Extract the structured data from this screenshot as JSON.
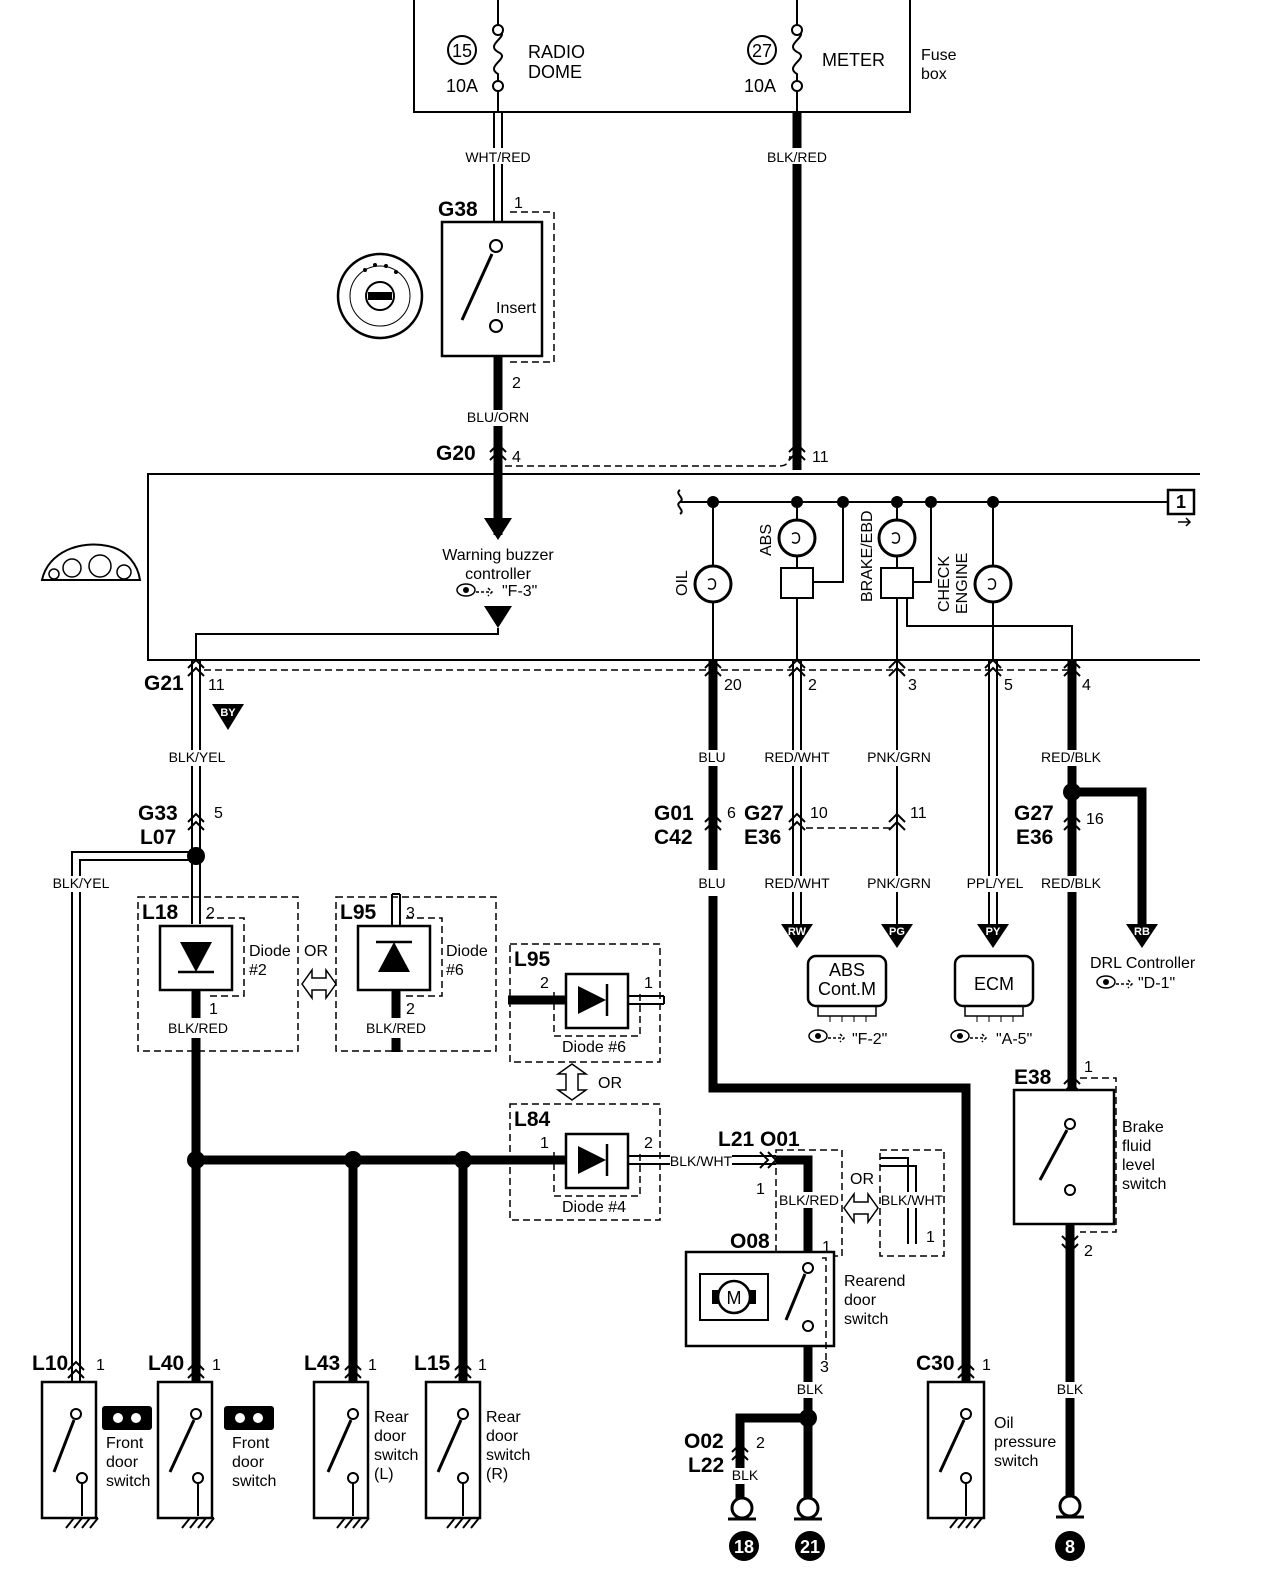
{
  "fuse_box": {
    "label": "Fuse\nbox",
    "fuses": [
      {
        "number": "15",
        "rating": "10A",
        "name_line1": "RADIO",
        "name_line2": "DOME"
      },
      {
        "number": "27",
        "rating": "10A",
        "name_line1": "METER",
        "name_line2": ""
      }
    ]
  },
  "wires": {
    "wht_red": "WHT/RED",
    "blk_red_top": "BLK/RED",
    "blu_orn": "BLU/ORN",
    "blk_yel_1": "BLK/YEL",
    "blk_yel_2": "BLK/YEL",
    "blu_1": "BLU",
    "blu_2": "BLU",
    "red_wht_1": "RED/WHT",
    "red_wht_2": "RED/WHT",
    "pnk_grn_1": "PNK/GRN",
    "pnk_grn_2": "PNK/GRN",
    "ppl_yel": "PPL/YEL",
    "red_blk_1": "RED/BLK",
    "red_blk_2": "RED/BLK",
    "blk_red_l18": "BLK/RED",
    "blk_red_l95": "BLK/RED",
    "blk_wht_1": "BLK/WHT",
    "blk_red_o01": "BLK/RED",
    "blk_wht_2": "BLK/WHT",
    "blk_o08": "BLK",
    "blk_o02": "BLK",
    "blk_e38": "BLK"
  },
  "connectors": {
    "g38": "G38",
    "g20": "G20",
    "g21": "G21",
    "g33": "G33",
    "l07": "L07",
    "g01": "G01",
    "c42": "C42",
    "g27a": "G27",
    "e36a": "E36",
    "g27b": "G27",
    "e36b": "E36",
    "l18": "L18",
    "l95a": "L95",
    "l95b": "L95",
    "l84": "L84",
    "l21o01": "L21 O01",
    "o08": "O08",
    "e38": "E38",
    "l10": "L10",
    "l40": "L40",
    "l43": "L43",
    "l15": "L15",
    "c30": "C30",
    "o02": "O02",
    "l22": "L22"
  },
  "pins": {
    "g38_1": "1",
    "g38_2": "2",
    "g20_4": "4",
    "g20_11": "11",
    "g21_11": "11",
    "g21_20": "20",
    "g21_2": "2",
    "g21_3": "3",
    "g21_5": "5",
    "g21_4": "4",
    "g33_5": "5",
    "g01_6": "6",
    "g27_10": "10",
    "g27_11": "11",
    "g27_16": "16",
    "l18_2": "2",
    "l18_1": "1",
    "l95a_3": "3",
    "l95a_2": "2",
    "l95b_2": "2",
    "l95b_1": "1",
    "l84_1": "1",
    "l84_2": "2",
    "o01_1": "1",
    "o08_1": "1",
    "o08b_1": "1",
    "o08_3": "3",
    "e38_1": "1",
    "e38_2": "2",
    "l10_1": "1",
    "l40_1": "1",
    "l43_1": "1",
    "l15_1": "1",
    "c30_1": "1",
    "o02_2": "2"
  },
  "components": {
    "ignition_insert": "Insert",
    "warning_buzzer": "Warning buzzer\ncontroller",
    "buzzer_ref": "\"F-3\"",
    "oil": "OIL",
    "abs": "ABS",
    "brake_ebd": "BRAKE/EBD",
    "check_engine_1": "CHECK",
    "check_engine_2": "ENGINE",
    "diode2": "Diode\n#2",
    "diode6a": "Diode\n#6",
    "diode6b": "Diode #6",
    "diode4": "Diode #4",
    "or1": "OR",
    "or2": "OR",
    "or3": "OR",
    "abs_cont": "ABS\nCont.M",
    "abs_ref": "\"F-2\"",
    "ecm": "ECM",
    "ecm_ref": "\"A-5\"",
    "drl": "DRL Controller",
    "drl_ref": "\"D-1\"",
    "brake_fluid": "Brake\nfluid\nlevel\nswitch",
    "rearend": "Rearend\ndoor\nswitch",
    "motor": "M",
    "front_door_1": "Front\ndoor\nswitch",
    "front_door_2": "Front\ndoor\nswitch",
    "rear_door_l": "Rear\ndoor\nswitch\n(L)",
    "rear_door_r": "Rear\ndoor\nswitch\n(R)",
    "oil_pressure": "Oil\npressure\nswitch",
    "ref_box": "1"
  },
  "flags": {
    "by": "BY",
    "rw": "RW",
    "pg": "PG",
    "py": "PY",
    "rb": "RB"
  },
  "grounds": {
    "g18": "18",
    "g21": "21",
    "g8": "8"
  },
  "icons": [
    "ignition-key-icon",
    "instrument-cluster-icon",
    "reference-eye-icon",
    "ground-symbol-icon"
  ]
}
